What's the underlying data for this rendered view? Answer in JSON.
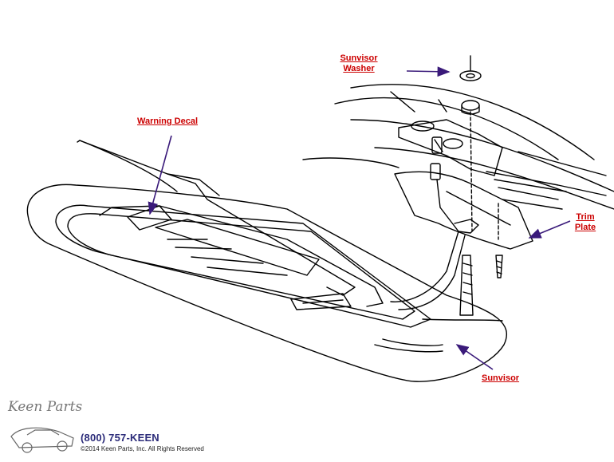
{
  "labels": {
    "sunvisor_washer": [
      "Sunvisor",
      "Washer"
    ],
    "warning_decal": "Warning Decal",
    "trim_plate": [
      "Trim",
      "Plate"
    ],
    "sunvisor": "Sunvisor"
  },
  "footer": {
    "phone": "(800) 757-KEEN",
    "copyright": "©2014 Keen Parts, Inc. All Rights Reserved",
    "logo_text": "Keen Parts"
  },
  "colors": {
    "label": "#cc0000",
    "arrow": "#3a1a7a",
    "line": "#000000"
  }
}
